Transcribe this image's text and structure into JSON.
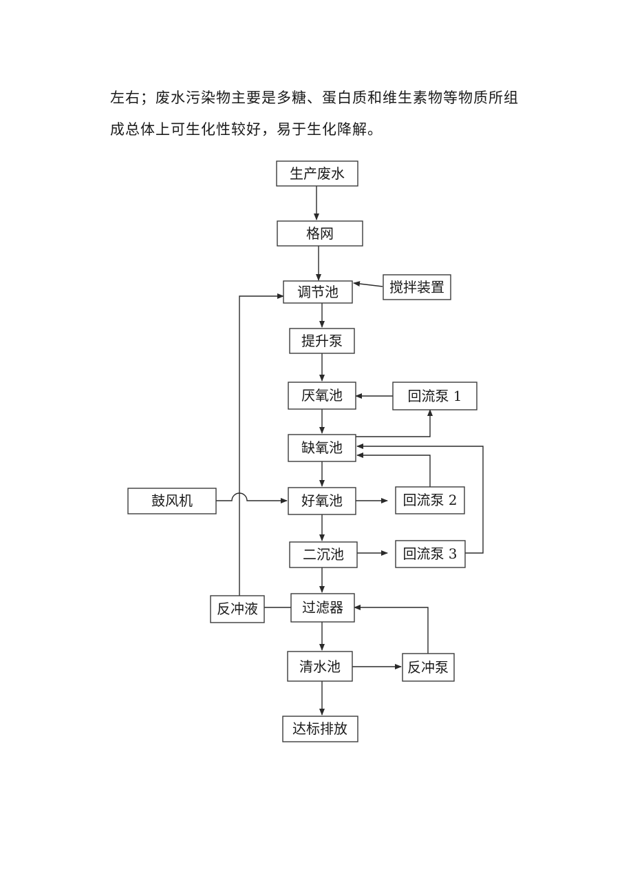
{
  "document": {
    "paragraph_lines": [
      "左右；废水污染物主要是多糖、蛋白质和维生素物等物质所组",
      "成总体上可生化性较好，易于生化降解。"
    ]
  },
  "flowchart": {
    "nodes": {
      "wastewater": "生产废水",
      "screen": "格网",
      "equalization": "调节池",
      "mixer": "搅拌装置",
      "lift_pump": "提升泵",
      "anaerobic": "厌氧池",
      "return_pump_1": "回流泵 1",
      "anoxic": "缺氧池",
      "blower": "鼓风机",
      "aerobic": "好氧池",
      "return_pump_2": "回流泵 2",
      "secondary_clarifier": "二沉池",
      "return_pump_3": "回流泵 3",
      "backwash_liquid": "反冲液",
      "filter": "过滤器",
      "clear_water": "清水池",
      "backwash_pump": "反冲泵",
      "discharge": "达标排放"
    }
  }
}
